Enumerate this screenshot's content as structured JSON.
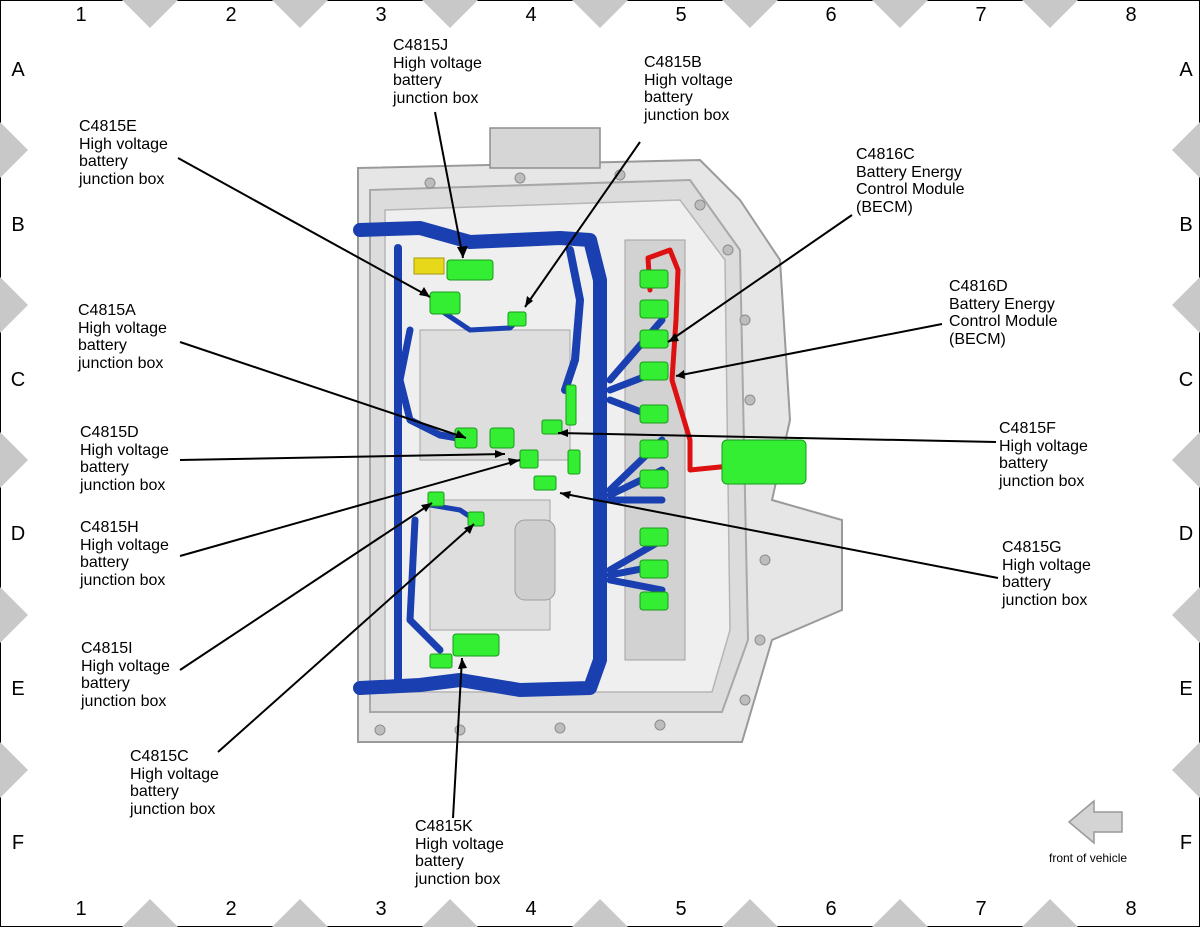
{
  "grid": {
    "columns": [
      "1",
      "2",
      "3",
      "4",
      "5",
      "6",
      "7",
      "8"
    ],
    "rows": [
      "A",
      "B",
      "C",
      "D",
      "E",
      "F"
    ]
  },
  "callouts": {
    "c4815j": {
      "id": "C4815J",
      "l1": "High voltage",
      "l2": "battery",
      "l3": "junction box"
    },
    "c4815b": {
      "id": "C4815B",
      "l1": "High voltage",
      "l2": "battery",
      "l3": "junction box"
    },
    "c4815e": {
      "id": "C4815E",
      "l1": "High voltage",
      "l2": "battery",
      "l3": "junction box"
    },
    "c4816c": {
      "id": "C4816C",
      "l1": "Battery Energy",
      "l2": "Control Module",
      "l3": "(BECM)"
    },
    "c4816d": {
      "id": "C4816D",
      "l1": "Battery Energy",
      "l2": "Control Module",
      "l3": "(BECM)"
    },
    "c4815a": {
      "id": "C4815A",
      "l1": "High voltage",
      "l2": "battery",
      "l3": "junction box"
    },
    "c4815d": {
      "id": "C4815D",
      "l1": "High voltage",
      "l2": "battery",
      "l3": "junction box"
    },
    "c4815f": {
      "id": "C4815F",
      "l1": "High voltage",
      "l2": "battery",
      "l3": "junction box"
    },
    "c4815h": {
      "id": "C4815H",
      "l1": "High voltage",
      "l2": "battery",
      "l3": "junction box"
    },
    "c4815g": {
      "id": "C4815G",
      "l1": "High voltage",
      "l2": "battery",
      "l3": "junction box"
    },
    "c4815i": {
      "id": "C4815I",
      "l1": "High voltage",
      "l2": "battery",
      "l3": "junction box"
    },
    "c4815c": {
      "id": "C4815C",
      "l1": "High voltage",
      "l2": "battery",
      "l3": "junction box"
    },
    "c4815k": {
      "id": "C4815K",
      "l1": "High voltage",
      "l2": "battery",
      "l3": "junction box"
    }
  },
  "orientation": {
    "label": "front of vehicle",
    "icon": "left-arrow-icon"
  },
  "colors": {
    "connector": "#33ee33",
    "harness_hv": "#1a3fb0",
    "harness_becm": "#dd1111",
    "housing": "#d9d9d9",
    "marker": "#c8c8c8"
  }
}
